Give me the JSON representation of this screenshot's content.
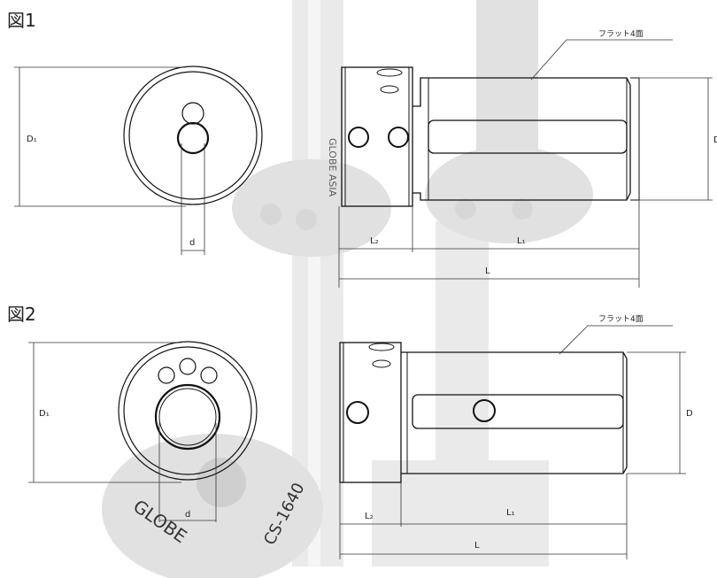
{
  "figure1": {
    "title": "図1",
    "flat_label": "フラット4面",
    "dims": {
      "d1": "D₁",
      "d": "d",
      "l2": "L₂",
      "l1": "L₁",
      "l": "L",
      "d_right": "D"
    }
  },
  "figure2": {
    "title": "図2",
    "flat_label": "フラット4面",
    "dims": {
      "d1": "D₁",
      "d": "d",
      "l2": "L₂",
      "l1": "L₁",
      "l": "L",
      "d_right": "D"
    }
  },
  "photo": {
    "engraving_brand": "GLOBE",
    "engraving_model": "CS-1640",
    "engraving_sleeve": "GLOBE ASIA"
  }
}
